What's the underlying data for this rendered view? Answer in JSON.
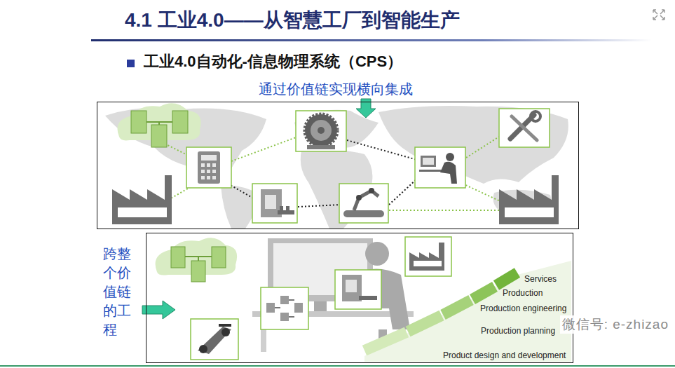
{
  "diagram": {
    "title": "4.1 工业4.0——从智慧工厂到智能生产",
    "nodes": [
      {
        "text": [
          "通过价值链实现横向集成"
        ]
      },
      {
        "text": [
          "跨整个价值链的工程"
        ]
      },
      {
        "text": [
          "Product design and development"
        ],
        "in": 1
      },
      {
        "text": [
          "Production planning"
        ],
        "in": 1
      },
      {
        "text": [
          "Production engineering"
        ],
        "in": 1
      },
      {
        "text": [
          "Production"
        ],
        "in": 1
      },
      {
        "text": [
          "Services"
        ],
        "in": 1
      }
    ],
    "labels": [
      "工业4.0自动化-信息物理系统（CPS）",
      "微信号: e-zhizao"
    ]
  }
}
